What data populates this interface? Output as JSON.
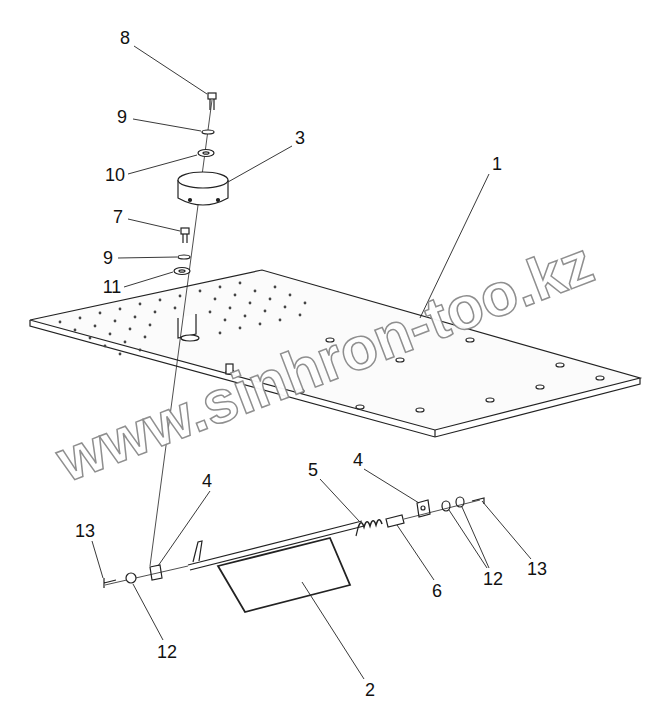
{
  "diagram": {
    "labels": [
      "8",
      "9",
      "3",
      "10",
      "1",
      "7",
      "9",
      "11",
      "www.sinhron-too.kz",
      "4",
      "5",
      "4",
      "13",
      "6",
      "12",
      "13",
      "12",
      "2"
    ]
  }
}
